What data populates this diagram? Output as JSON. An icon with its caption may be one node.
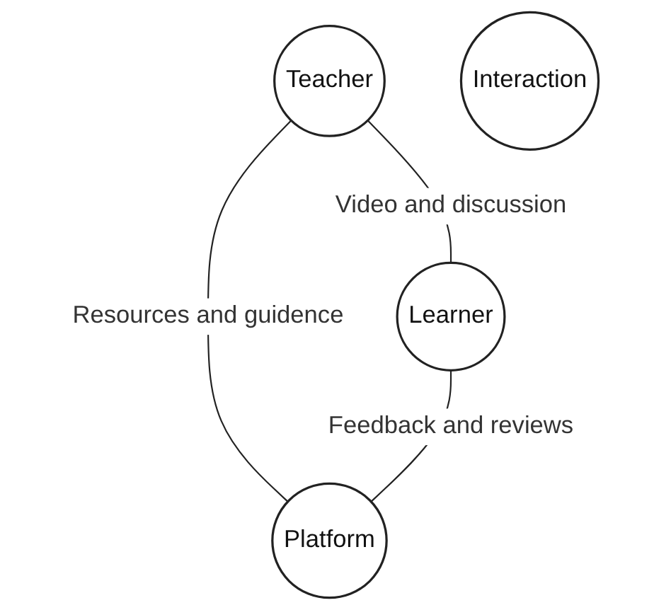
{
  "diagram": {
    "nodes": [
      {
        "text": [
          "Teacher"
        ]
      },
      {
        "text": [
          "Interaction"
        ]
      },
      {
        "text": [
          "Learner"
        ]
      },
      {
        "text": [
          "Platform"
        ]
      }
    ],
    "edges": [
      {
        "from": 0,
        "to": 2,
        "arrow": "none",
        "label": "Video and discussion"
      },
      {
        "from": 0,
        "to": 3,
        "arrow": "none",
        "label": "Resources and guidence"
      },
      {
        "from": 2,
        "to": 3,
        "arrow": "none",
        "label": "Feedback and reviews"
      }
    ]
  }
}
